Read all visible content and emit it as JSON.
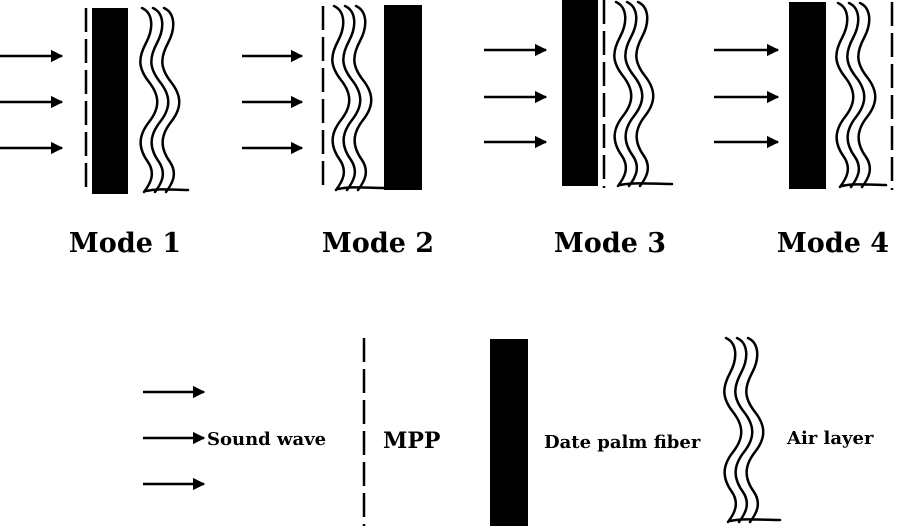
{
  "modes": [
    {
      "label": "Mode 1"
    },
    {
      "label": "Mode 2"
    },
    {
      "label": "Mode 3"
    },
    {
      "label": "Mode 4"
    }
  ],
  "legend": {
    "sound_wave": "Sound wave",
    "mpp": "MPP",
    "date_palm_fiber": "Date palm fiber",
    "air_layer": "Air layer"
  },
  "colors": {
    "ink": "#000000",
    "background": "#ffffff"
  }
}
